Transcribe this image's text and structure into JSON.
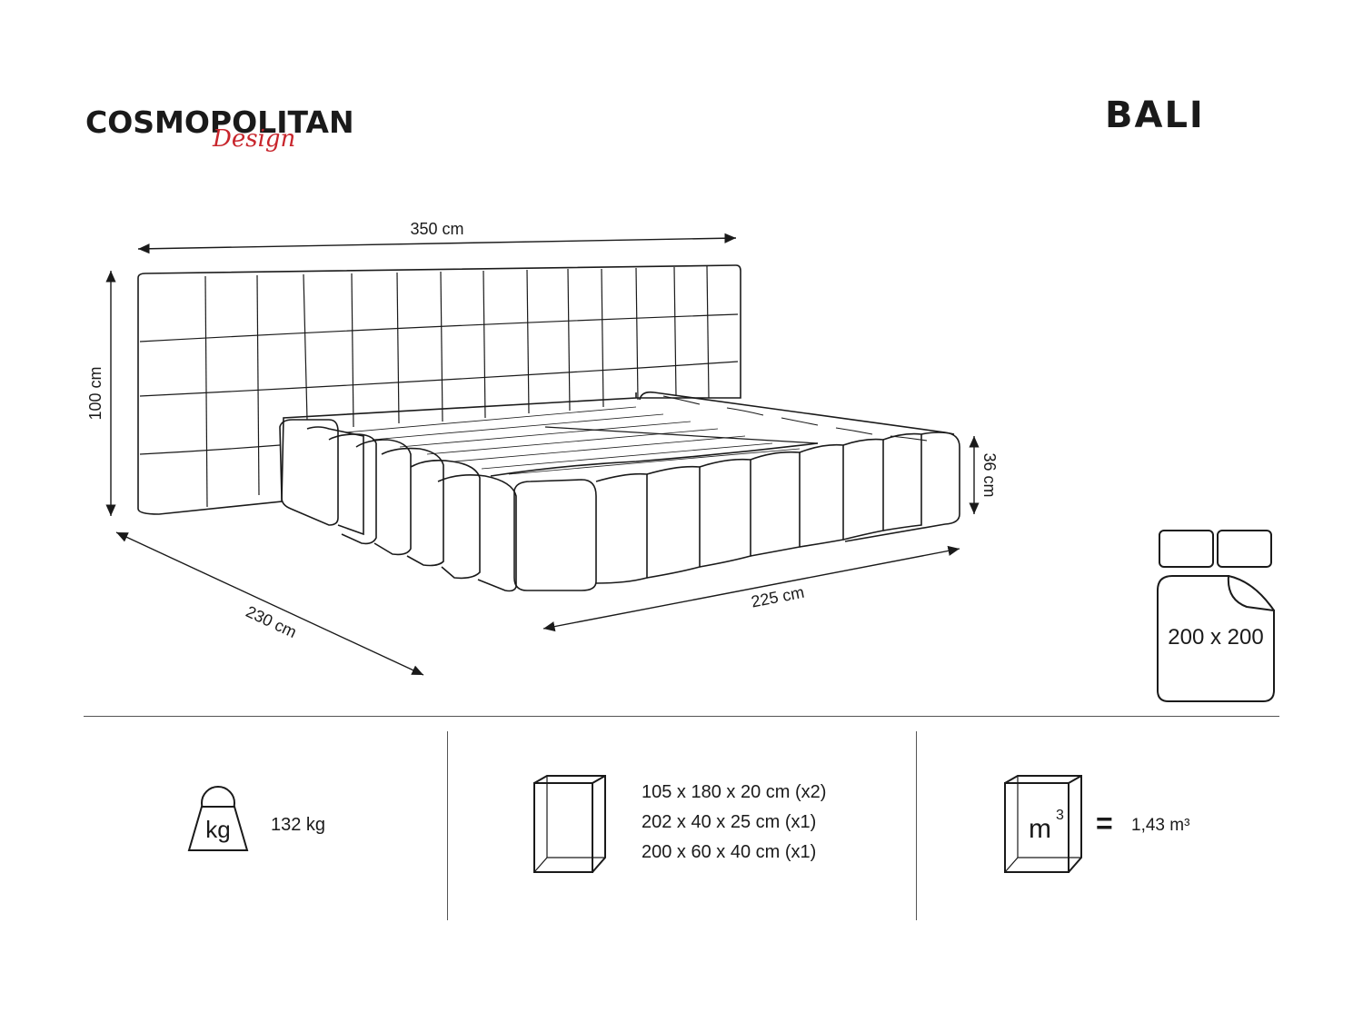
{
  "brand": {
    "name": "COSMOPOLITAN",
    "script": "Design"
  },
  "product": {
    "name": "BALI"
  },
  "dimensions": {
    "width": "350 cm",
    "height": "100 cm",
    "depth": "230 cm",
    "bed_length": "225 cm",
    "frame_height": "36 cm"
  },
  "mattress": {
    "size": "200 x 200"
  },
  "weight": {
    "unit_icon": "kg",
    "value": "132 kg"
  },
  "packages": {
    "lines": [
      "105 x 180 x 20 cm (x2)",
      "202 x 40 x 25 cm (x1)",
      "200 x 60 x 40 cm (x1)"
    ]
  },
  "volume": {
    "unit_icon": "m",
    "unit_icon_sup": "3",
    "equals": "=",
    "value": "1,43 m³"
  },
  "icons": [
    "weight-icon",
    "package-box-icon",
    "volume-box-icon",
    "bedding-icon"
  ],
  "colors": {
    "line": "#1a1a1a",
    "brand_accent": "#c8252c"
  }
}
